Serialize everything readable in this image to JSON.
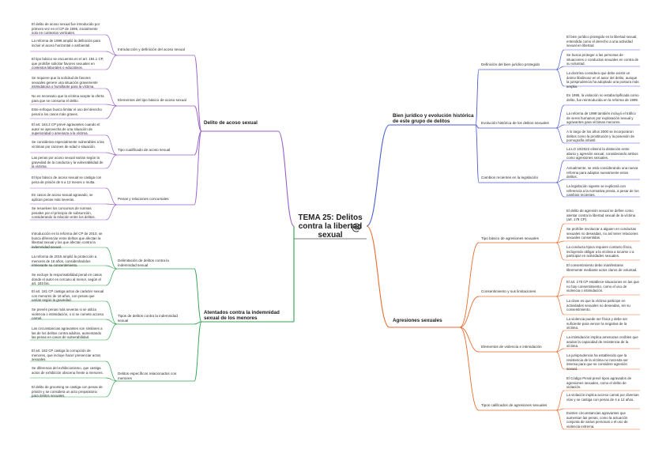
{
  "center": {
    "title": "TEMA 25: Delitos contra la libertad sexual",
    "icon": "at-sign-icon"
  },
  "colors": {
    "purple": "#9a5fc7",
    "green": "#2fa34f",
    "blue": "#4c5bd4",
    "orange": "#ea6a2c"
  },
  "branches": {
    "delito": {
      "label": "Delito de acoso sexual",
      "subs": [
        {
          "label": "Introducción y definición del acoso sexual",
          "notes": [
            "El delito de acoso sexual fue introducido por primera vez en el CP de 1995, inicialmente solo en contextos verticales.",
            "La reforma de 1999 amplió la definición para incluir el acoso horizontal o ambiental.",
            "El tipo básico se encuentra en el art. 184.1 CP, que prohíbe solicitar favores sexuales en contextos laborales o educativos."
          ]
        },
        {
          "label": "Elementos del tipo básico de acoso sexual",
          "notes": [
            "Se requiere que la solicitud de favores sexuales genere una situación gravemente intimidatoria o humillante para la víctima.",
            "No es necesario que la víctima acepte la oferta para que se consuma el delito.",
            "Este enfoque busca limitar el uso del derecho penal a los casos más graves."
          ]
        },
        {
          "label": "Tipo cualificado de acoso sexual",
          "notes": [
            "El art. 184.2 CP prevé agravantes cuando el autor se aprovecha de una situación de superioridad o amenaza a la víctima.",
            "Se consideran especialmente vulnerables a las víctimas por razones de edad o situación.",
            "Las penas por acoso sexual varían según la gravedad de la conducta y la vulnerabilidad de la víctima."
          ]
        },
        {
          "label": "Penas y relaciones concursales",
          "notes": [
            "El tipo básico de acoso sexual se castiga con pena de prisión de 6 a 12 meses o multa.",
            "En casos de acoso sexual agravado, se aplican penas más severas.",
            "Se resuelven los concursos de normas penales por el principio de subsunción, considerando la relación entre los delitos."
          ]
        }
      ]
    },
    "atentados": {
      "label": "Atentados contra la indemnidad sexual de los menores",
      "subs": [
        {
          "label": "Delimitación de delitos contra la indemnidad sexual",
          "notes": [
            "Introducción en la reforma del CP de 2010, se busca diferenciar entre delitos que afectan la libertad sexual y los que afectan contra la indemnidad sexual.",
            "La reforma de 2015 amplió la protección a menores de 16 años, considerándolos irrelevante su consentimiento.",
            "Se excluye la responsabilidad penal en casos donde el autor es cercano al menor, según el art. 183 bis."
          ]
        },
        {
          "label": "Tipos de delitos contra la indemnidad sexual",
          "notes": [
            "El art. 181 CP castiga actos de carácter sexual con menores de 16 años, con penas que varían según la gravedad.",
            "Se prevén penas más severas si se utiliza violencia o intimidación, o si se comete acceso carnal.",
            "Las circunstancias agravantes son similares a las de los delitos contra adultos, aumentando las penas en casos de vulnerabilidad."
          ]
        },
        {
          "label": "Delitos específicos relacionados con menores",
          "notes": [
            "El art. 182 CP castiga la corrupción de menores, que incluye hacer presenciar actos sexuales.",
            "Se diferencia del exhibicionismo, que castiga actos de exhibición obscena frente a menores.",
            "El delito de grooming se castiga con penas de prisión y se considera un acto preparatorio para delitos sexuales."
          ]
        }
      ]
    },
    "bien": {
      "label": "Bien jurídico y evolución histórica de este grupo de delitos",
      "subs": [
        {
          "label": "Definición del bien jurídico protegido",
          "notes": [
            "El bien jurídico protegido es la libertad sexual, entendida como el derecho a una actividad sexual en libertad.",
            "Se busca proteger a las personas de situaciones o conductas sexuales en contra de su voluntad.",
            "La doctrina considera que debe existir un ánimo libidinoso en el autor del delito, aunque la jurisprudencia ha adoptado una postura más amplia."
          ]
        },
        {
          "label": "Evolución histórica de los delitos sexuales",
          "notes": [
            "En 1995, la violación no estaba tipificada como delito, fue reintroducida en la reforma de 1999.",
            "La reforma de 1999 también incluyó el tráfico de seres humanos por explotación sexual y agravantes para víctimas menores.",
            "A lo largo de los años 2000 se incorporaron delitos como la prostitución y la posesión de pornografía infantil."
          ]
        },
        {
          "label": "Cambios recientes en la legislación",
          "notes": [
            "La LO 10/2022 eliminó la distinción entre abuso y agresión sexual, considerando ambos como agresiones sexuales.",
            "Actualmente, se está considerando una nueva reforma para adaptar nuevamente estos delitos.",
            "La legislación vigente se explicará con referencia a la normativa previa, a pesar de los cambios recientes."
          ]
        }
      ]
    },
    "agresiones": {
      "label": "Agresiones sexuales",
      "subs": [
        {
          "label": "Tipo básico de agresiones sexuales",
          "notes": [
            "El delito de agresión sexual se define como atentar contra la libertad sexual de la víctima (art. 178 CP).",
            "Se prohíbe involucrar a alguien en conductas sexuales no deseadas, no así tener relaciones sexuales consentidas.",
            "La conducta típica requiere contacto físico, incluyendo obligar a la víctima a tocarse o a participar en actividades sexuales."
          ]
        },
        {
          "label": "Consentimiento y sus limitaciones",
          "notes": [
            "El consentimiento debe manifestarse libremente mediante actos claros de voluntad.",
            "El art. 178 CP establece situaciones en las que no hay consentimiento, como el uso de violencia o intimidación.",
            "La clave es que la víctima participe en actividades sexuales no deseadas, sin su consentimiento."
          ]
        },
        {
          "label": "Elementos de violencia e intimidación",
          "notes": [
            "La violencia puede ser física y debe ser suficiente para vencer la negativa de la víctima.",
            "La intimidación implica amenazas creíbles que anulan la capacidad de resistencia de la víctima.",
            "La jurisprudencia ha establecido que la resistencia de la víctima no necesita ser intensa para que se considere agresión sexual."
          ]
        },
        {
          "label": "Tipos calificados de agresiones sexuales",
          "notes": [
            "El Código Penal prevé tipos agravados de agresiones sexuales, como el delito de violación.",
            "La violación implica acceso carnal por diversas vías y se castiga con penas de 4 a 12 años.",
            "Existen circunstancias agravantes que aumentan las penas, como la actuación conjunta de varias personas o el uso de violencia extrema."
          ]
        }
      ]
    }
  }
}
